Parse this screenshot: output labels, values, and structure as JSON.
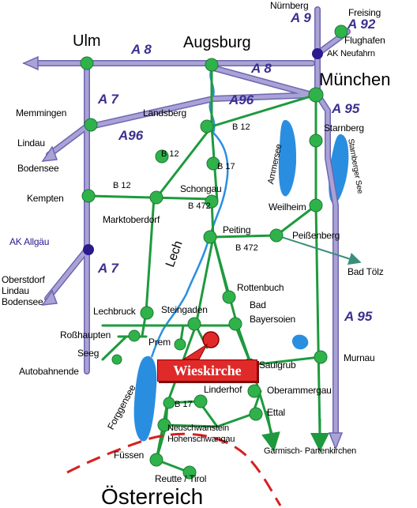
{
  "title": "Wieskirche",
  "colors": {
    "motorway": "#a8a2d6",
    "motorway_edge": "#6f66b0",
    "road": "#1e9a3e",
    "node": "#2fb24a",
    "junction": "#2a1a8c",
    "river": "#2a8ee0",
    "lake": "#2a8ee0",
    "border": "#d62020",
    "label_box": "#e02a2a"
  },
  "cities": {
    "nuernberg": "Nürnberg",
    "freising": "Freising",
    "flughafen": "Flughafen",
    "ak_neufahrn": "AK Neufahrn",
    "ulm": "Ulm",
    "augsburg": "Augsburg",
    "muenchen": "München",
    "memmingen": "Memmingen",
    "landsberg": "Landsberg",
    "starnberg": "Starnberg",
    "lindau": "Lindau",
    "bodensee": "Bodensee",
    "kempten": "Kempten",
    "marktoberdorf": "Marktoberdorf",
    "schongau": "Schongau",
    "weilheim": "Weilheim",
    "ak_allgaeu": "AK Allgäu",
    "peiting": "Peiting",
    "peissenberg": "Peißenberg",
    "bad_toelz": "Bad Tölz",
    "oberstdorf": "Oberstdorf",
    "lindau2": "Lindau",
    "bodensee2": "Bodensee",
    "rottenbuch": "Rottenbuch",
    "bad_bayersoien_1": "Bad",
    "bad_bayersoien_2": "Bayersoien",
    "lechbruck": "Lechbruck",
    "steingaden": "Steingaden",
    "rosshaupten": "Roßhaupten",
    "prem": "Prem",
    "seeg": "Seeg",
    "murnau": "Murnau",
    "autobahnende": "Autobahnende",
    "saulgrub": "Saulgrub",
    "oberammergau": "Oberammergau",
    "linderhof": "Linderhof",
    "ettal": "Ettal",
    "neuschwanstein": "Neuschwanstein",
    "hohenschwangau": "Hohenschwangau",
    "fuessen": "Füssen",
    "garmisch": "Garmisch- Partenkirchen",
    "reutte": "Reutte / Tirol",
    "oesterreich": "Österreich",
    "lech": "Lech",
    "forggensee": "Forggensee",
    "ammersee": "Ammersee",
    "starnberger_see": "Starnberger See"
  },
  "highways": {
    "a9": "A 9",
    "a92": "A 92",
    "a8_west": "A 8",
    "a8_east": "A 8",
    "a7_north": "A 7",
    "a7_south": "A 7",
    "a96_north": "A96",
    "a96_west": "A96",
    "a95_north": "A 95",
    "a95_south": "A 95"
  },
  "roads": {
    "b12_a": "B 12",
    "b12_b": "B 12",
    "b12_c": "B 12",
    "b17_a": "B 17",
    "b17_b": "B 17",
    "b472_a": "B 472",
    "b472_b": "B 472"
  }
}
